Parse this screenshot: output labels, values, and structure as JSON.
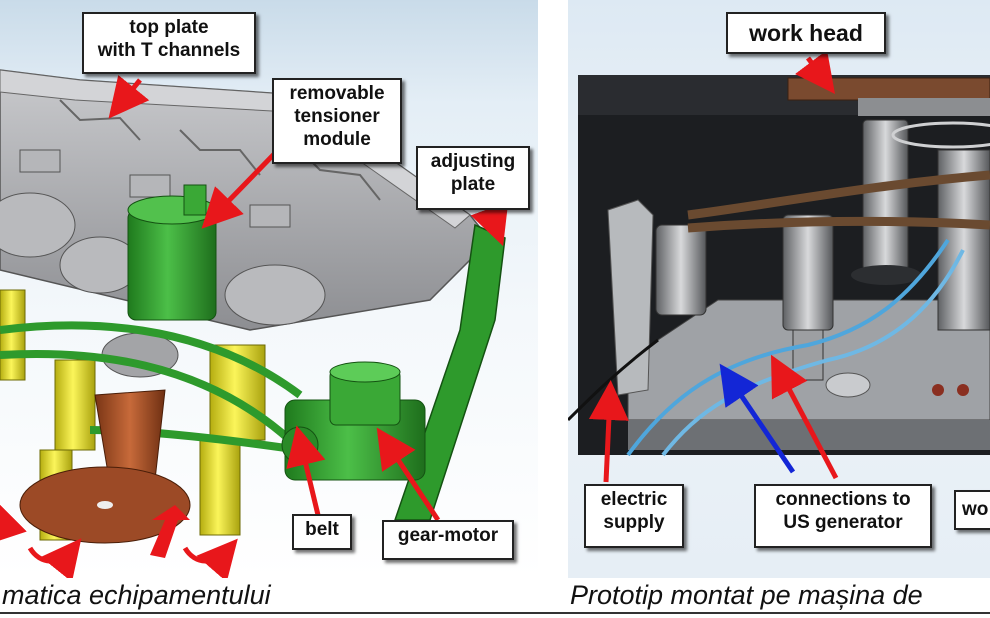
{
  "left_figure": {
    "labels": {
      "top_plate": "top plate\nwith T channels",
      "tensioner": "removable\ntensioner\nmodule",
      "adjusting_plate": "adjusting\nplate",
      "belt": "belt",
      "gear_motor": "gear-motor"
    },
    "caption": "matica echipamentului"
  },
  "right_figure": {
    "labels": {
      "work_head": "work head",
      "electric_supply": "electric\nsupply",
      "connections": "connections to\nUS generator",
      "work_partial": "wo"
    },
    "caption": "Prototip montat pe mașina de"
  },
  "colors": {
    "arrow_red": "#e8171b",
    "arrow_blue": "#1326d6",
    "machine_gray": "#a9aaae",
    "motor_green": "#2e9a2c",
    "spindle_yellow": "#e7e21a",
    "copper": "#a6522a",
    "cable_blue": "#4fa6dc"
  }
}
